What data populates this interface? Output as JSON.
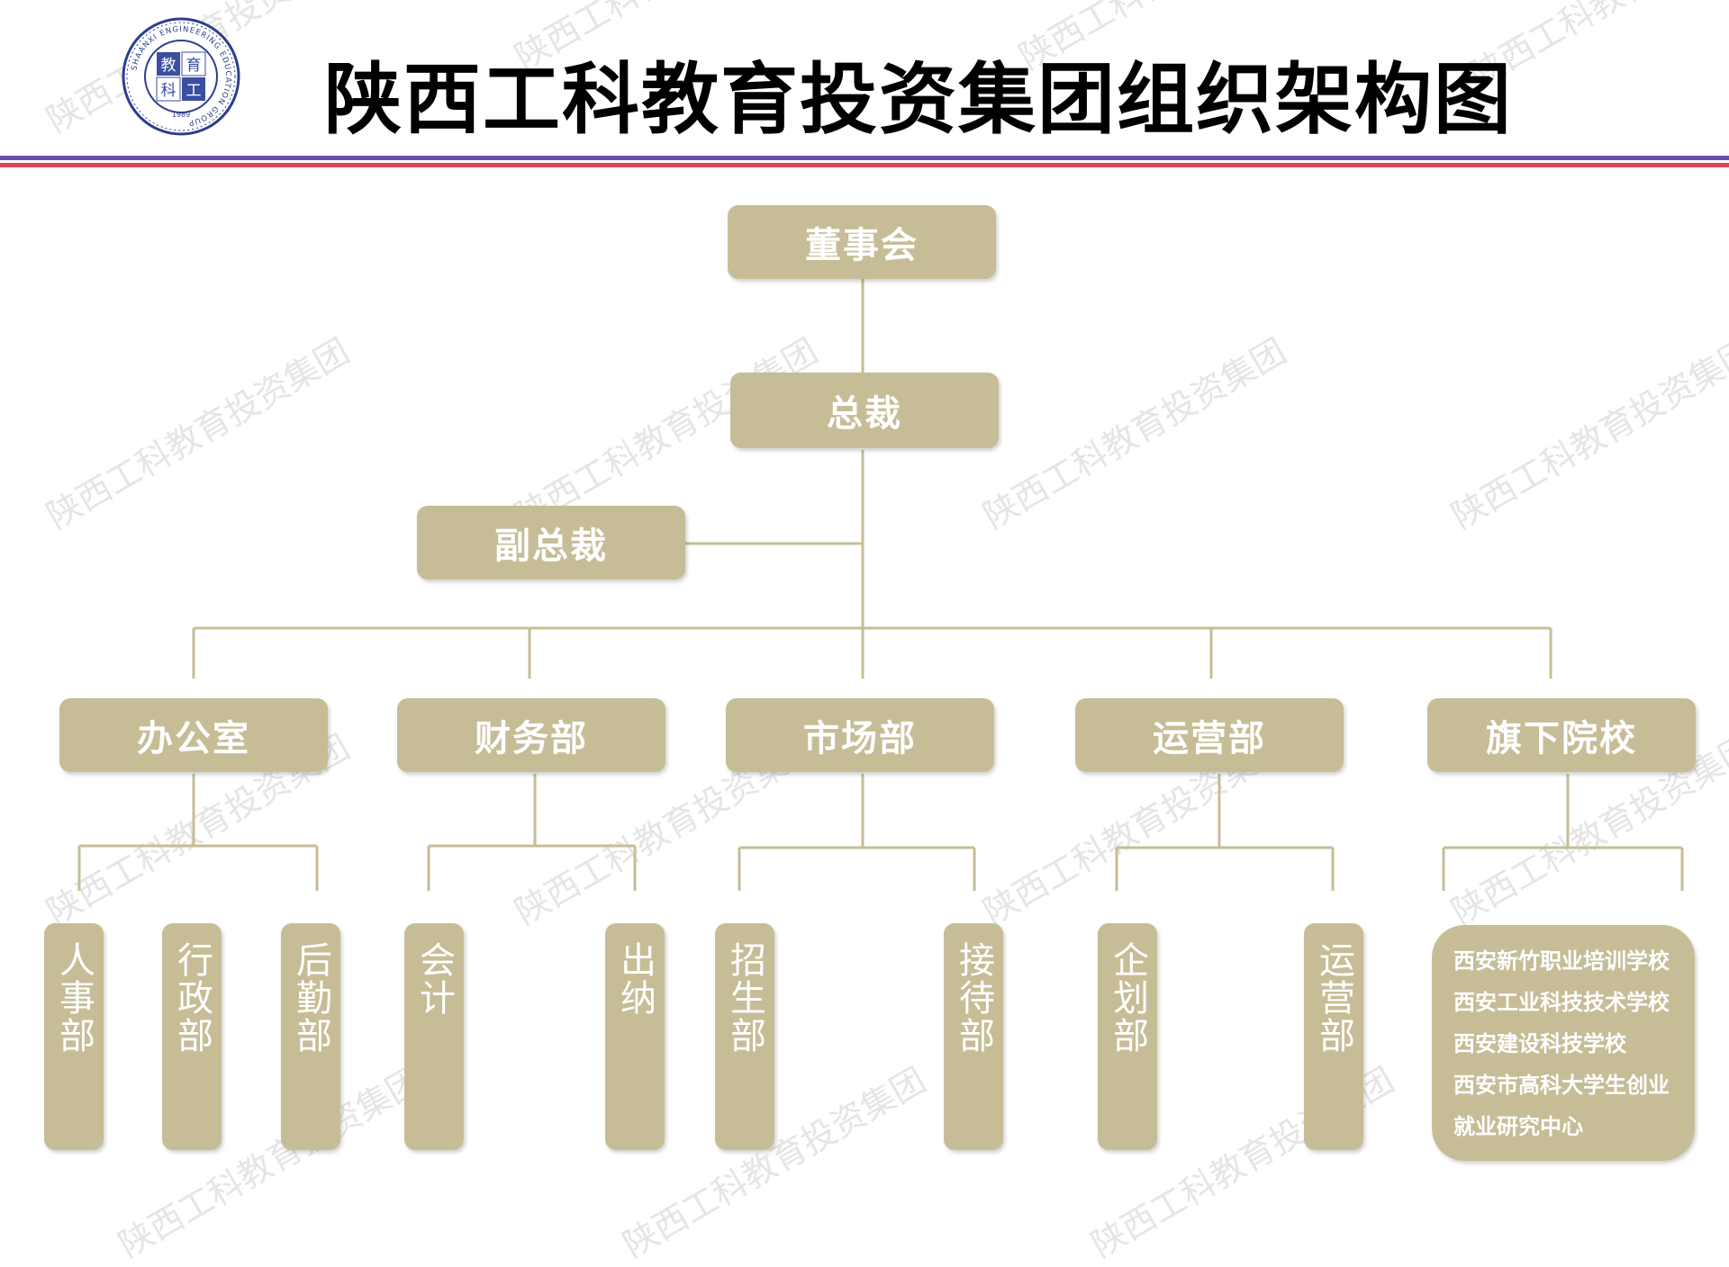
{
  "title": "陕西工科教育投资集团组织架构图",
  "watermark": "陕西工科教育投资集团",
  "logo": {
    "ring_text": "SHAANXI ENGINEERING EDUCATION GROUP",
    "year": "1989",
    "chars": [
      "教",
      "育",
      "科",
      "工"
    ],
    "colors": {
      "ring": "#2c3e8c",
      "inner": "#3a4fa0"
    }
  },
  "colors": {
    "box": "#c6bd97",
    "line": "#c6bd97",
    "rule_top": "#6a4fa8",
    "rule_bottom": "#e0445a"
  },
  "nodes": {
    "board": "董事会",
    "president": "总裁",
    "vice_president": "副总裁",
    "departments": [
      "办公室",
      "财务部",
      "市场部",
      "运营部",
      "旗下院校"
    ]
  },
  "sub_units": {
    "office": [
      "人事部",
      "行政部",
      "后勤部"
    ],
    "finance": [
      "会计",
      "出纳"
    ],
    "marketing": [
      "招生部",
      "接待部"
    ],
    "operations": [
      "企划部",
      "运营部"
    ]
  },
  "schools": [
    "西安新竹职业培训学校",
    "西安工业科技技术学校",
    "西安建设科技学校",
    "西安市高科大学生创业",
    "就业研究中心"
  ]
}
